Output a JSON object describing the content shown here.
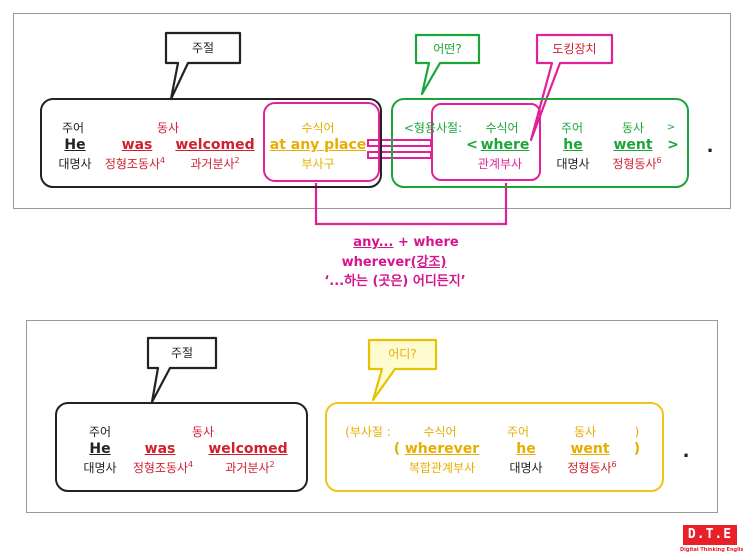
{
  "panel1": {
    "callouts": {
      "main_clause": "주절",
      "which": "어떤?",
      "docking": "도킹장치"
    },
    "main_clause_box": {
      "subject_label": "주어",
      "subject_word": "He",
      "subject_pos": "대명사",
      "verb_label": "동사",
      "aux_word": "was",
      "aux_pos": "정형조동사",
      "aux_sup": "4",
      "pp_word": "welcomed",
      "pp_pos": "과거분사",
      "pp_sup": "2"
    },
    "modifier_box": {
      "label": "수식어",
      "word": "at any place",
      "pos": "부사구"
    },
    "adjective_clause_box": {
      "open_label": "<형용사절:",
      "mod_label": "수식어",
      "open_bracket": "<",
      "rel_word": "where",
      "rel_pos": "관계부사",
      "subject_label": "주어",
      "subject_word": "he",
      "subject_pos": "대명사",
      "verb_label": "동사",
      "verb_close": ">",
      "verb_word": "went",
      "verb_pos": "정형동사",
      "verb_sup": "6",
      "close_bracket": ">"
    },
    "period": "."
  },
  "middle_note": {
    "line1_a": "any...",
    "line1_b": "+ where",
    "line2_a": "wherever",
    "line2_b": "(강조)",
    "line3": "‘...하는 (곳은) 어디든지’"
  },
  "panel2": {
    "callouts": {
      "main_clause": "주절",
      "where": "어디?"
    },
    "main_clause_box": {
      "subject_label": "주어",
      "subject_word": "He",
      "subject_pos": "대명사",
      "verb_label": "동사",
      "aux_word": "was",
      "aux_pos": "정형조동사",
      "aux_sup": "4",
      "pp_word": "welcomed",
      "pp_pos": "과거분사",
      "pp_sup": "2"
    },
    "adverb_clause_box": {
      "open_label": "(부사절 :",
      "mod_label": "수식어",
      "open_paren": "(",
      "rel_word": "wherever",
      "rel_pos": "복합관계부사",
      "subject_label": "주어",
      "subject_word": "he",
      "subject_pos": "대명사",
      "verb_label": "동사",
      "verb_close": ")",
      "verb_word": "went",
      "verb_pos": "정형동사",
      "verb_sup": "6",
      "close_paren": ")"
    },
    "period": "."
  },
  "logo": {
    "brand": "D.T.E",
    "tagline": "Digital Thinking English"
  },
  "colors": {
    "black": "#222222",
    "red": "#d0202e",
    "gold": "#e6ae00",
    "green": "#1ca53a",
    "pink": "#e0219a",
    "logo_red": "#e8202a"
  }
}
